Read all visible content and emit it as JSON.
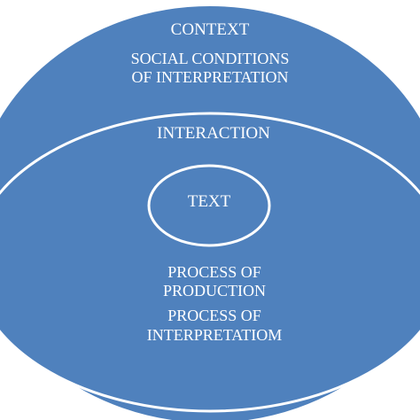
{
  "diagram": {
    "outer": {
      "title": "CONTEXT",
      "subtitle_line1": "SOCIAL CONDITIONS",
      "subtitle_line2": "OF INTERPRETATION"
    },
    "middle": {
      "title": "INTERACTION",
      "process1_line1": "PROCESS OF",
      "process1_line2": "PRODUCTION",
      "process2_line1": "PROCESS OF",
      "process2_line2": "INTERPRETATIOM"
    },
    "inner": {
      "title": "TEXT"
    }
  },
  "colors": {
    "fill": "#4f81bd",
    "stroke": "#ffffff",
    "text": "#ffffff"
  }
}
